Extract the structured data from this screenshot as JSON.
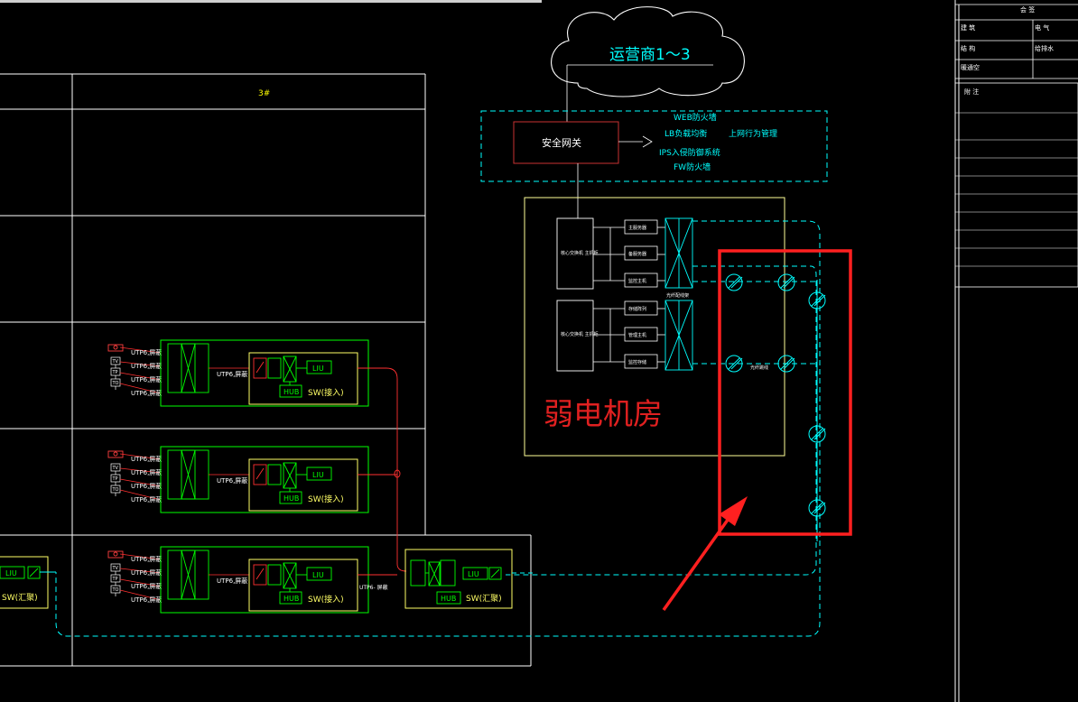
{
  "cloud": {
    "label": "运营商1～3"
  },
  "security": {
    "gateway_label": "安全网关",
    "features": [
      "WEB防火墙",
      "LB负载均衡",
      "IPS入侵防御系统",
      "FW防火墙"
    ],
    "behavior_label": "上网行为管理"
  },
  "room": {
    "title": "弱电机房",
    "core_switch_label": "核心交换机\n主机柜",
    "patch_label": "光纤配线架",
    "fiber_note": "光纤跳线",
    "server_labels_1": [
      "主服务器",
      "备服务器",
      "监控主机"
    ],
    "server_labels_2": [
      "存储阵列",
      "管理主机",
      "监控存储"
    ]
  },
  "table": {
    "column_header": "3#"
  },
  "floor": {
    "outlets": [
      "TV",
      "TP",
      "TO"
    ],
    "cables": [
      "UTP6,屏蔽",
      "UTP6,屏蔽",
      "UTP6,屏蔽",
      "UTP6,屏蔽"
    ],
    "trunk_label": "UTP6,屏蔽",
    "liu": "LIU",
    "hub": "HUB",
    "sw_access": "SW(接入)",
    "sw_core": "SW(汇聚)",
    "uplink_label": "UTP6- 屏蔽"
  },
  "titleblock": {
    "header": "会 签",
    "rows": [
      {
        "a": "建 筑",
        "b": "电 气"
      },
      {
        "a": "结 构",
        "b": "给排水"
      },
      {
        "a": "暖通空",
        "b": ""
      }
    ],
    "note_label": "附 注"
  },
  "colors": {
    "bg": "#000000",
    "white": "#ffffff",
    "cyan": "#00ffff",
    "green": "#00ff00",
    "yellow": "#ffff00",
    "red": "#ff0000",
    "darkred": "#c83232"
  }
}
